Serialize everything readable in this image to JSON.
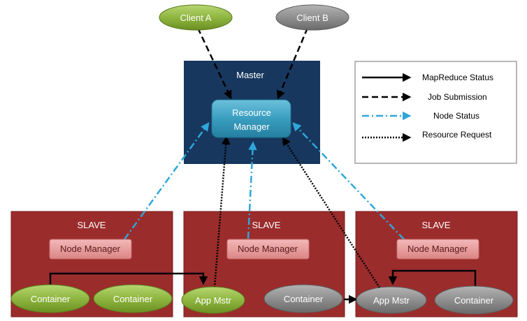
{
  "clients": [
    {
      "id": "client-a",
      "label": "Client A",
      "color": "#8fb640"
    },
    {
      "id": "client-b",
      "label": "Client B",
      "color": "#8f8f8f"
    }
  ],
  "master": {
    "title": "Master",
    "resource_manager": {
      "line1": "Resource",
      "line2": "Manager"
    }
  },
  "slaves": [
    {
      "title": "SLAVE",
      "node_manager": "Node Manager"
    },
    {
      "title": "SLAVE",
      "node_manager": "Node Manager"
    },
    {
      "title": "SLAVE",
      "node_manager": "Node Manager"
    }
  ],
  "nodes": {
    "s1_container1": "Container",
    "s1_container2": "Container",
    "s2_app_master": "App Mstr",
    "s2_container": "Container",
    "s3_app_master": "App Mstr",
    "s3_container": "Container"
  },
  "legend": {
    "items": [
      {
        "style": "solid",
        "label": "MapReduce Status"
      },
      {
        "style": "dashed",
        "label": "Job Submission"
      },
      {
        "style": "dashdot",
        "label": "Node Status"
      },
      {
        "style": "dotted",
        "label": "Resource Request"
      }
    ]
  },
  "colors": {
    "master_bg": "#17375e",
    "resource_manager_bg": "#3a9ec0",
    "slave_bg": "#9b2c2c",
    "node_manager_bg": "#e89a9a",
    "green_node": "#8fb640",
    "gray_node": "#8f8f8f",
    "node_status_line": "#2fa6d8"
  }
}
